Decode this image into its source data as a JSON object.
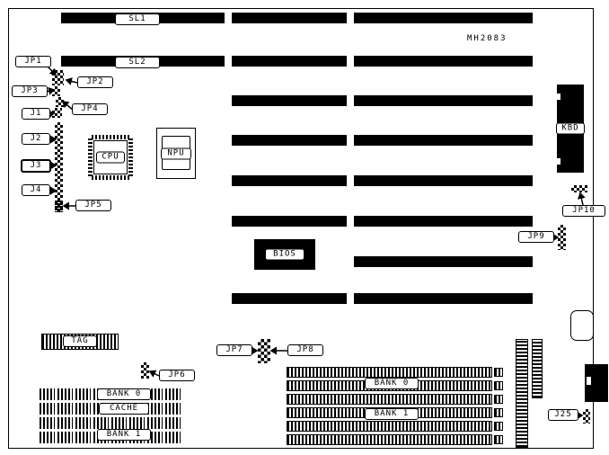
{
  "board": {
    "model": "MH2083"
  },
  "slots": {
    "sl1": "SL1",
    "sl2": "SL2"
  },
  "chips": {
    "cpu": "CPU",
    "npu": "NPU",
    "bios": "BIOS",
    "kbd": "KBD",
    "tag": "TAG"
  },
  "jumpers": {
    "jp1": "JP1",
    "jp2": "JP2",
    "jp3": "JP3",
    "jp4": "JP4",
    "jp5": "JP5",
    "jp6": "JP6",
    "jp7": "JP7",
    "jp8": "JP8",
    "jp9": "JP9",
    "jp10": "JP10"
  },
  "connectors": {
    "j1": "J1",
    "j2": "J2",
    "j3": "J3",
    "j4": "J4",
    "j25": "J25"
  },
  "memory": {
    "left_bank0": "BANK 0",
    "left_cache": "CACHE",
    "left_bank1": "BANK 1",
    "simm_bank0": "BANK 0",
    "simm_bank1": "BANK 1"
  }
}
